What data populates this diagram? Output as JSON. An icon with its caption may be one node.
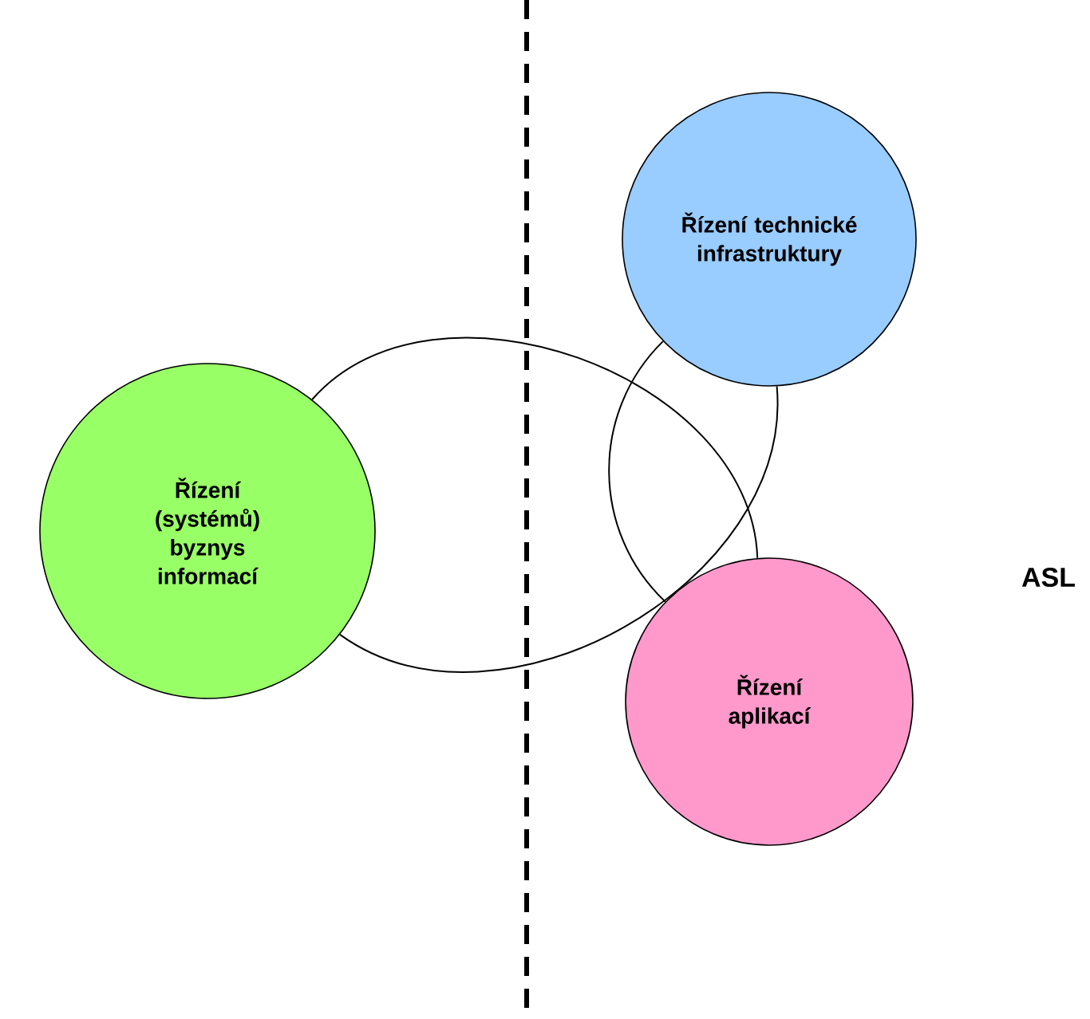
{
  "diagram": {
    "nodes": [
      {
        "text": [
          "Řízení (systémů) byznys informací"
        ]
      },
      {
        "text": [
          "Řízení technické infrastruktury"
        ]
      },
      {
        "text": [
          "Řízení aplikací"
        ]
      }
    ],
    "edges": [
      {
        "from": 0,
        "to": 1,
        "arrow": "none"
      },
      {
        "from": 1,
        "to": 2,
        "arrow": "none"
      },
      {
        "from": 2,
        "to": 0,
        "arrow": "none"
      }
    ],
    "labels": [
      "ASL"
    ]
  }
}
